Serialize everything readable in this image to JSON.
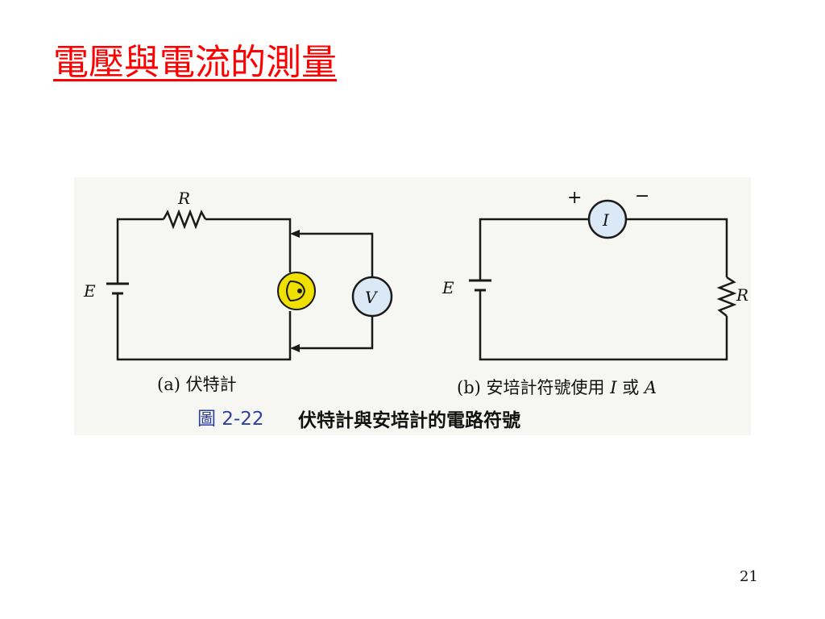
{
  "slide": {
    "title": "電壓與電流的測量",
    "page_number": "21"
  },
  "figure": {
    "number": "圖 2-22",
    "title": "伏特計與安培計的電路符號",
    "circuit_a": {
      "caption": "(a) 伏特計",
      "resistor_label": "R",
      "source_label": "E",
      "meter_label": "V"
    },
    "circuit_b": {
      "caption_prefix": "(b) 安培計符號使用",
      "caption_i": "I",
      "caption_or": "或",
      "caption_a": "A",
      "source_label": "E",
      "meter_label": "I",
      "resistor_label": "R",
      "plus_sign": "+",
      "minus_sign": "−"
    },
    "colors": {
      "wire": "#1a1a1a",
      "meter_fill": "#dbe8f5",
      "lamp_fill": "#f0e000",
      "figure_number": "#2f3f9e",
      "title": "#ff0000"
    }
  }
}
